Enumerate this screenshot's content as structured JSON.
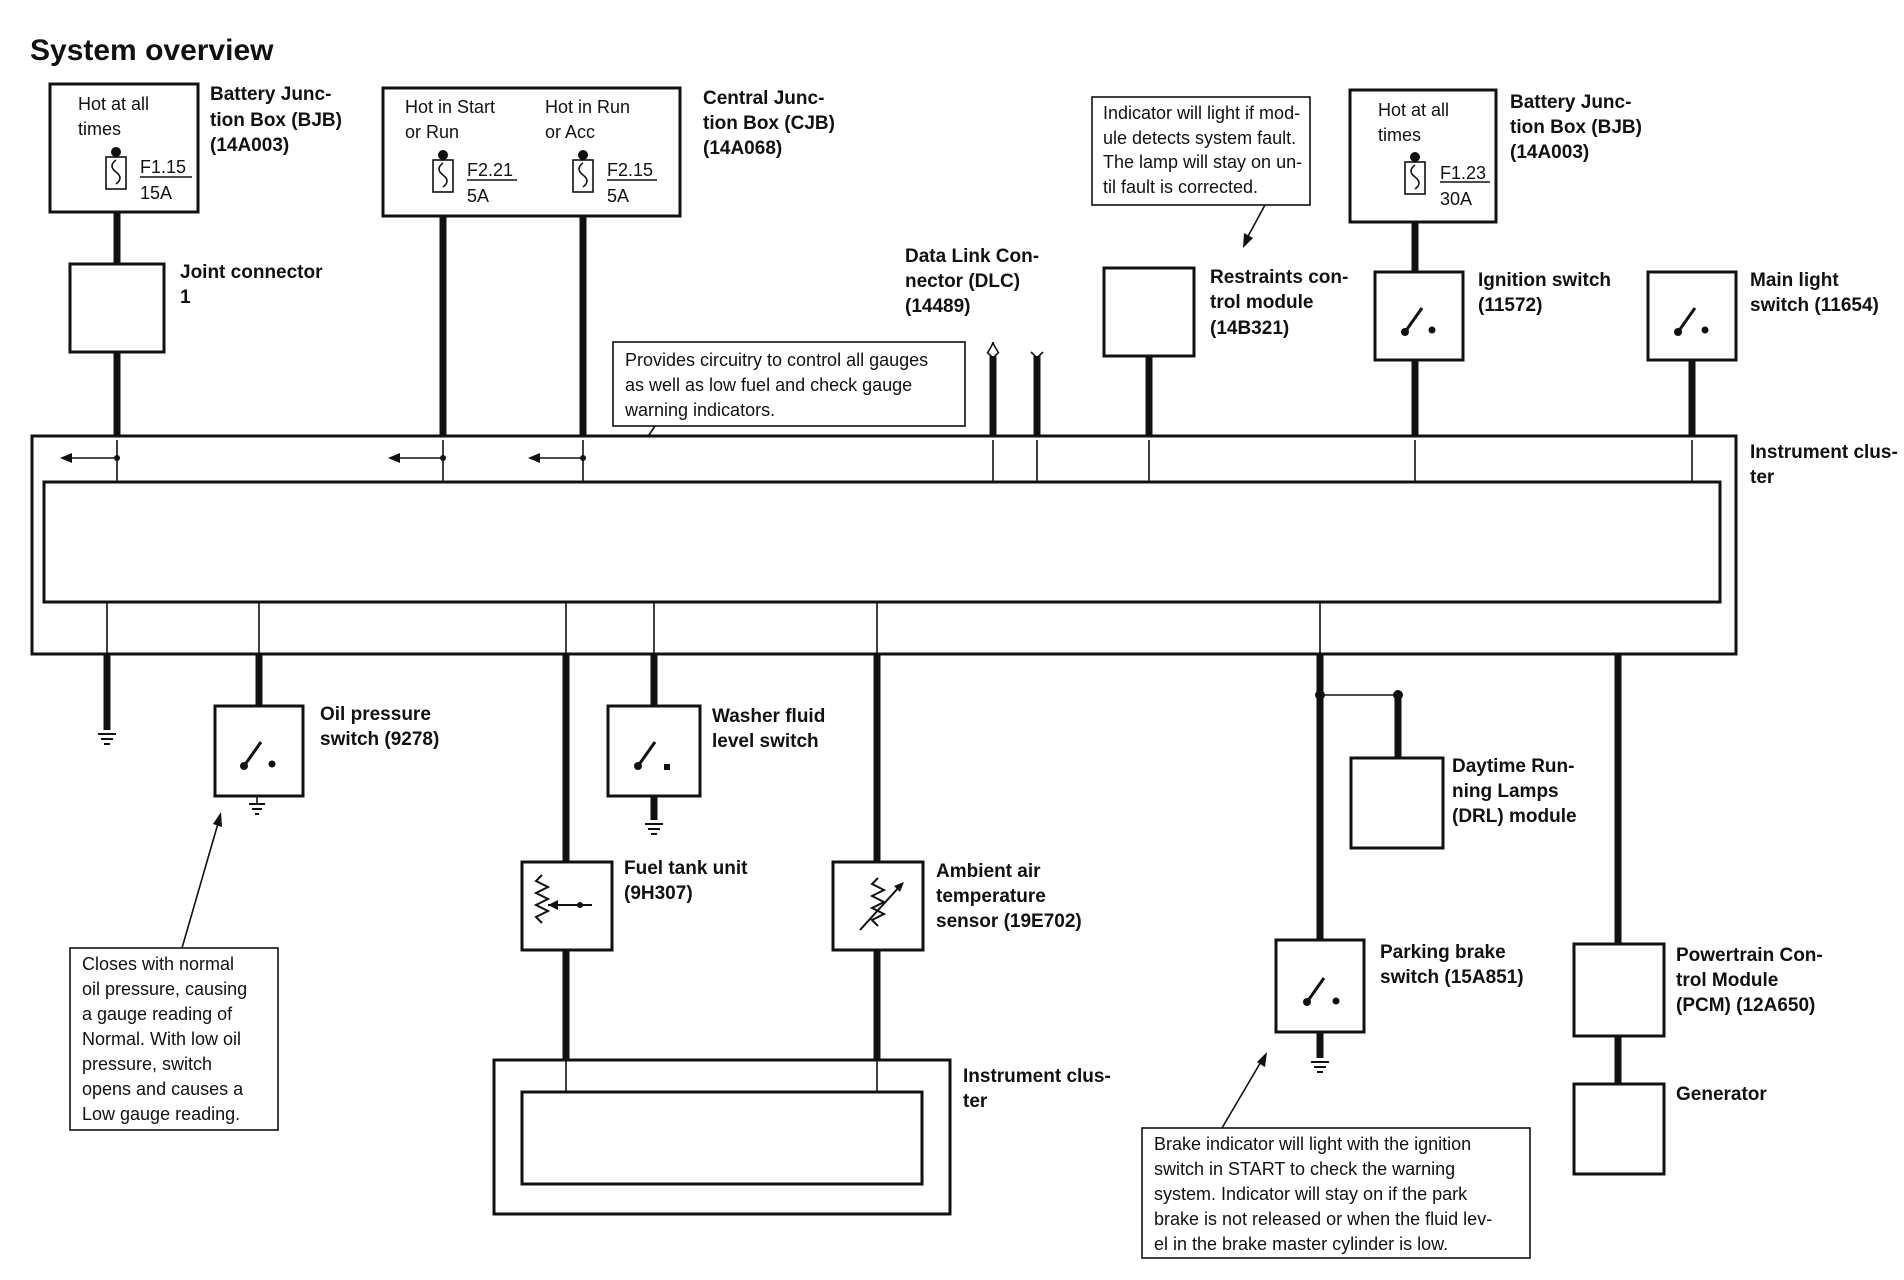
{
  "title": "System overview",
  "top": {
    "bjb_left": {
      "hot_line1": "Hot at all",
      "hot_line2": "times",
      "fuse_id": "F1.15",
      "fuse_amp": "15A",
      "label_lines": [
        "Battery Junc-",
        "tion Box (BJB)",
        "(14A003)"
      ]
    },
    "cjb": {
      "col1_line1": "Hot in Start",
      "col1_line2": "or Run",
      "col2_line1": "Hot in Run",
      "col2_line2": "or Acc",
      "fuse1_id": "F2.21",
      "fuse1_amp": "5A",
      "fuse2_id": "F2.15",
      "fuse2_amp": "5A",
      "label_lines": [
        "Central Junc-",
        "tion Box (CJB)",
        "(14A068)"
      ]
    },
    "joint_connector": {
      "label_lines": [
        "Joint connector",
        "1"
      ]
    },
    "dlc": {
      "label_lines": [
        "Data Link Con-",
        "nector (DLC)",
        "(14489)"
      ]
    },
    "restraints_note": [
      "Indicator will light if mod-",
      "ule detects system fault.",
      "The lamp will stay on un-",
      "til fault is corrected."
    ],
    "restraints": {
      "label_lines": [
        "Restraints con-",
        "trol module",
        "(14B321)"
      ]
    },
    "bjb_right": {
      "hot_line1": "Hot at all",
      "hot_line2": "times",
      "fuse_id": "F1.23",
      "fuse_amp": "30A",
      "label_lines": [
        "Battery Junc-",
        "tion Box (BJB)",
        "(14A003)"
      ]
    },
    "ignition": {
      "label_lines": [
        "Ignition switch",
        "(11572)"
      ]
    },
    "main_light": {
      "label_lines": [
        "Main light",
        "switch (11654)"
      ]
    }
  },
  "cluster": {
    "label_lines": [
      "Instrument clus-",
      "ter"
    ],
    "note_lines": [
      "Provides circuitry to control all gauges",
      "as well as low fuel and check gauge",
      "warning indicators."
    ]
  },
  "bottom": {
    "oil": {
      "label_lines": [
        "Oil pressure",
        "switch (9278)"
      ]
    },
    "oil_note": [
      "Closes with normal",
      "oil pressure, causing",
      "a gauge reading of",
      "Normal. With low oil",
      "pressure, switch",
      "opens and causes a",
      "Low gauge reading."
    ],
    "washer": {
      "label_lines": [
        "Washer fluid",
        "level switch"
      ]
    },
    "fuel": {
      "label_lines": [
        "Fuel tank unit",
        "(9H307)"
      ]
    },
    "ambient": {
      "label_lines": [
        "Ambient air",
        "temperature",
        "sensor (19E702)"
      ]
    },
    "cluster2": {
      "label_lines": [
        "Instrument clus-",
        "ter"
      ]
    },
    "drl": {
      "label_lines": [
        "Daytime Run-",
        "ning Lamps",
        "(DRL) module"
      ]
    },
    "parking": {
      "label_lines": [
        "Parking brake",
        "switch (15A851)"
      ]
    },
    "brake_note": [
      "Brake indicator will light with the ignition",
      "switch in START to check the warning",
      "system. Indicator will stay on if the park",
      "brake is not released or when the fluid lev-",
      "el in the brake master cylinder is low."
    ],
    "pcm": {
      "label_lines": [
        "Powertrain Con-",
        "trol Module",
        "(PCM) (12A650)"
      ]
    },
    "generator": {
      "label_lines": [
        "Generator"
      ]
    }
  }
}
